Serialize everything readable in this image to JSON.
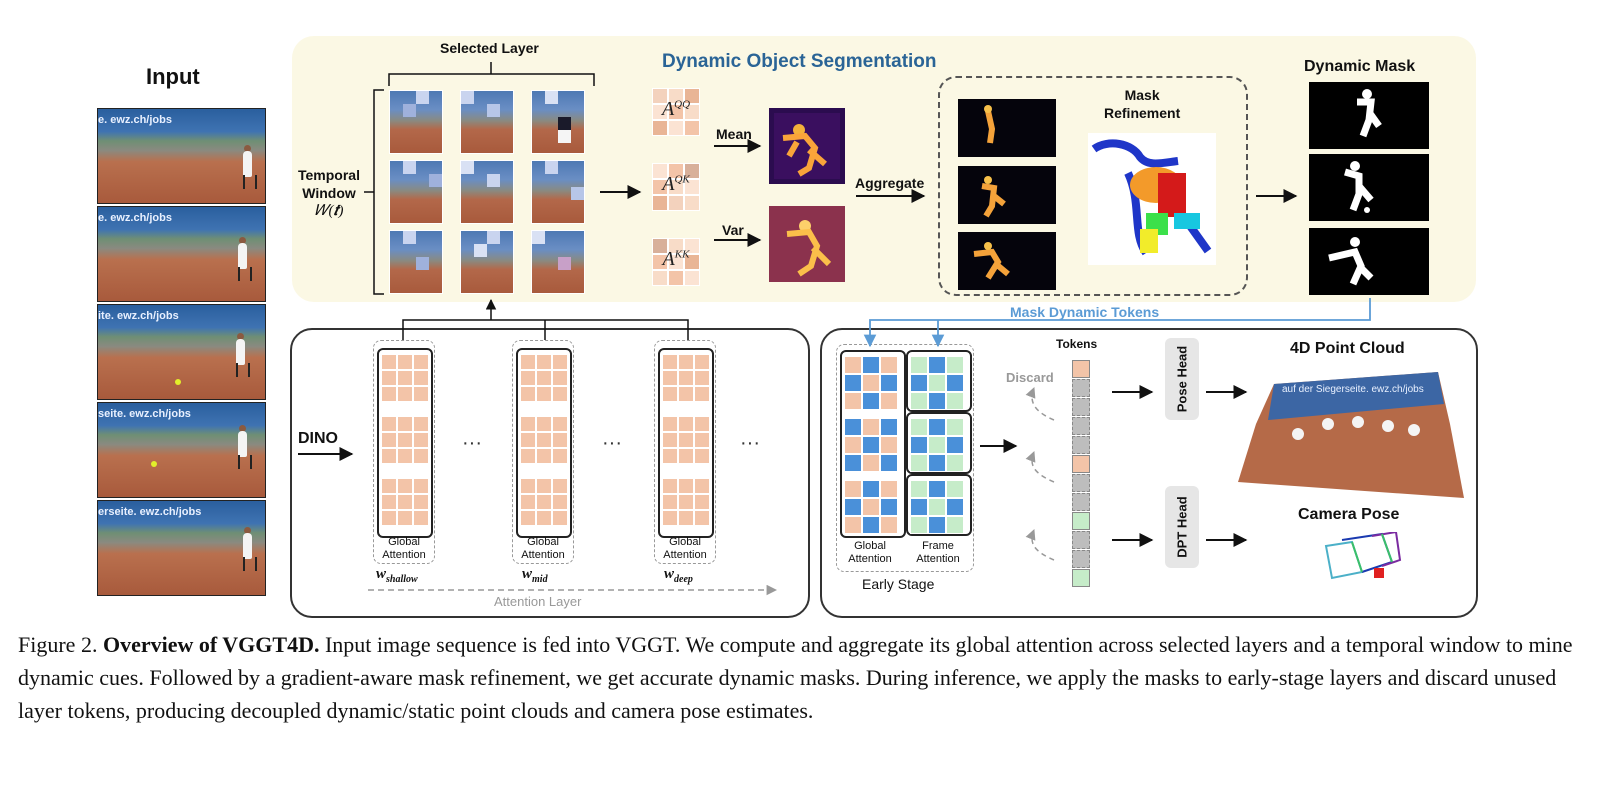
{
  "input": {
    "title": "Input",
    "frames": [
      {
        "banner": "e. ewz.ch/jobs"
      },
      {
        "banner": "e. ewz.ch/jobs"
      },
      {
        "banner": "ite. ewz.ch/jobs"
      },
      {
        "banner": "seite. ewz.ch/jobs"
      },
      {
        "banner": "erseite. ewz.ch/jobs"
      }
    ]
  },
  "segmentation": {
    "title": "Dynamic Object Segmentation",
    "selected_layer": "Selected Layer",
    "temporal_window": "Temporal\nWindow",
    "temporal_window_math": "𝑊(𝒕)",
    "matrices": [
      {
        "base": "A",
        "sup": "QQ"
      },
      {
        "base": "A",
        "sup": "QK"
      },
      {
        "base": "A",
        "sup": "KK"
      }
    ],
    "mean_label": "Mean",
    "var_label": "Var",
    "aggregate_label": "Aggregate",
    "mask_refinement": "Mask\nRefinement",
    "dynamic_mask": "Dynamic Mask",
    "mask_dynamic_tokens": "Mask Dynamic Tokens"
  },
  "dino_panel": {
    "dino_label": "DINO",
    "blocks": [
      {
        "label": "Global\nAttention",
        "weight": "w",
        "sub": "shallow"
      },
      {
        "label": "Global\nAttention",
        "weight": "w",
        "sub": "mid"
      },
      {
        "label": "Global\nAttention",
        "weight": "w",
        "sub": "deep"
      }
    ],
    "ellipsis": "···",
    "attention_layer": "Attention Layer"
  },
  "inference_panel": {
    "global_attention": "Global\nAttention",
    "frame_attention": "Frame\nAttention",
    "early_stage": "Early Stage",
    "discard": "Discard",
    "tokens": "Tokens",
    "pose_head": "Pose Head",
    "dpt_head": "DPT Head",
    "point_cloud": "4D Point Cloud",
    "point_cloud_banner": "auf der Siegerseite. ewz.ch/jobs",
    "camera_pose": "Camera Pose"
  },
  "colors": {
    "panel_bg": "#fbf8e4",
    "title_blue": "#2a6496",
    "arrow_blue": "#5b9bd5",
    "cell_peach": "#f3c4a8",
    "cell_blue": "#4a90d9",
    "cell_green": "#c6ecc9",
    "dashed_gray": "#999999"
  },
  "caption": {
    "prefix": "Figure 2. ",
    "bold": "Overview of VGGT4D.",
    "text": " Input image sequence is fed into VGGT. We compute and aggregate its global attention across selected layers and a temporal window to mine dynamic cues.  Followed by a gradient-aware mask refinement, we get accurate dynamic masks. During inference, we apply the masks to early-stage layers and discard unused layer tokens, producing decoupled dynamic/static point clouds and camera pose estimates."
  }
}
